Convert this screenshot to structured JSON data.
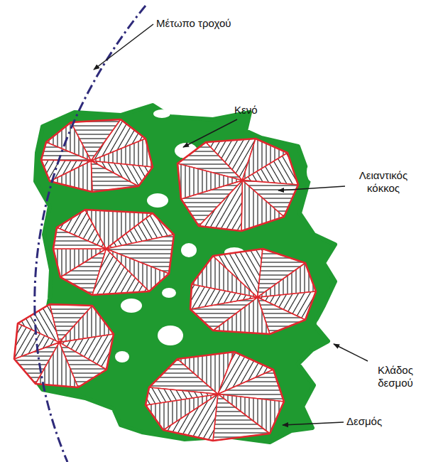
{
  "diagram": {
    "labels": [
      "Μέτωπο τροχού",
      "Κενό",
      "Λειαντικός κόκκος",
      "Κλάδος δεσμού",
      "Δεσμός"
    ]
  }
}
